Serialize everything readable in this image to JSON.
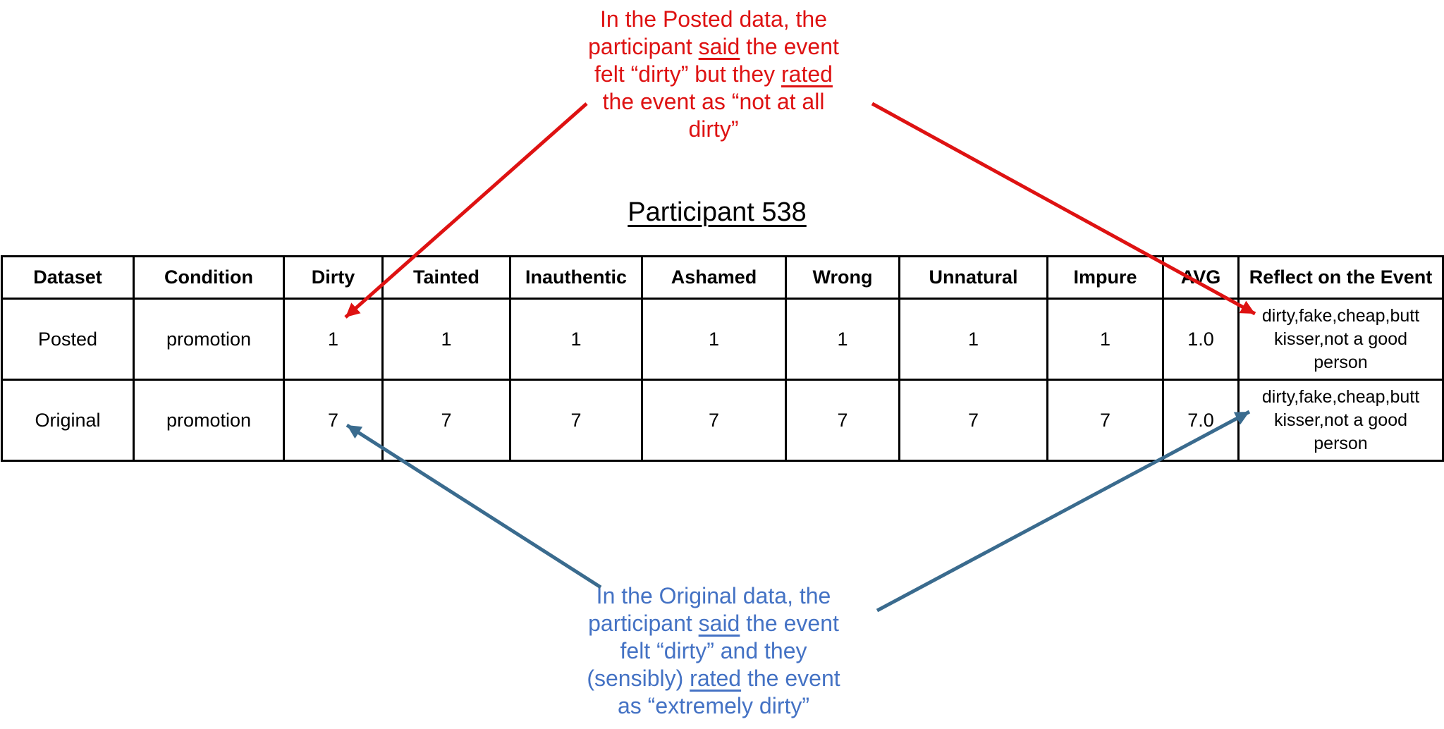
{
  "slide": {
    "title": "Participant 538",
    "background": "#ffffff"
  },
  "colors": {
    "posted_annotation": "#de1212",
    "original_annotation_text": "#4472c4",
    "original_annotation_arrow": "#3a6b8e",
    "table_border": "#000000"
  },
  "annotations": {
    "posted": {
      "segments": [
        {
          "text": "In the Posted data, the",
          "br": true
        },
        {
          "text": "participant "
        },
        {
          "text": "said",
          "underline": true
        },
        {
          "text": " the event",
          "br": true
        },
        {
          "text": "felt “dirty” but they ",
          "": ""
        },
        {
          "text": "rated",
          "underline": true,
          "br": true
        },
        {
          "text": "the event as “not at all",
          "br": true
        },
        {
          "text": "dirty”"
        }
      ]
    },
    "original": {
      "segments": [
        {
          "text": "In the Original data, the",
          "br": true
        },
        {
          "text": "participant "
        },
        {
          "text": "said",
          "underline": true
        },
        {
          "text": " the event",
          "br": true
        },
        {
          "text": "felt “dirty” and they",
          "br": true
        },
        {
          "text": "(sensibly) "
        },
        {
          "text": "rated",
          "underline": true
        },
        {
          "text": " the event",
          "br": true
        },
        {
          "text": "as “extremely dirty”"
        }
      ]
    }
  },
  "table": {
    "headers": [
      "Dataset",
      "Condition",
      "Dirty",
      "Tainted",
      "Inauthentic",
      "Ashamed",
      "Wrong",
      "Unnatural",
      "Impure",
      "AVG",
      "Reflect on the Event"
    ],
    "rows": [
      {
        "cells": [
          "Posted",
          "promotion",
          "1",
          "1",
          "1",
          "1",
          "1",
          "1",
          "1",
          "1.0",
          "dirty,fake,cheap,butt kisser,not a good person"
        ]
      },
      {
        "cells": [
          "Original",
          "promotion",
          "7",
          "7",
          "7",
          "7",
          "7",
          "7",
          "7",
          "7.0",
          "dirty,fake,cheap,butt kisser,not a good person"
        ]
      }
    ]
  }
}
